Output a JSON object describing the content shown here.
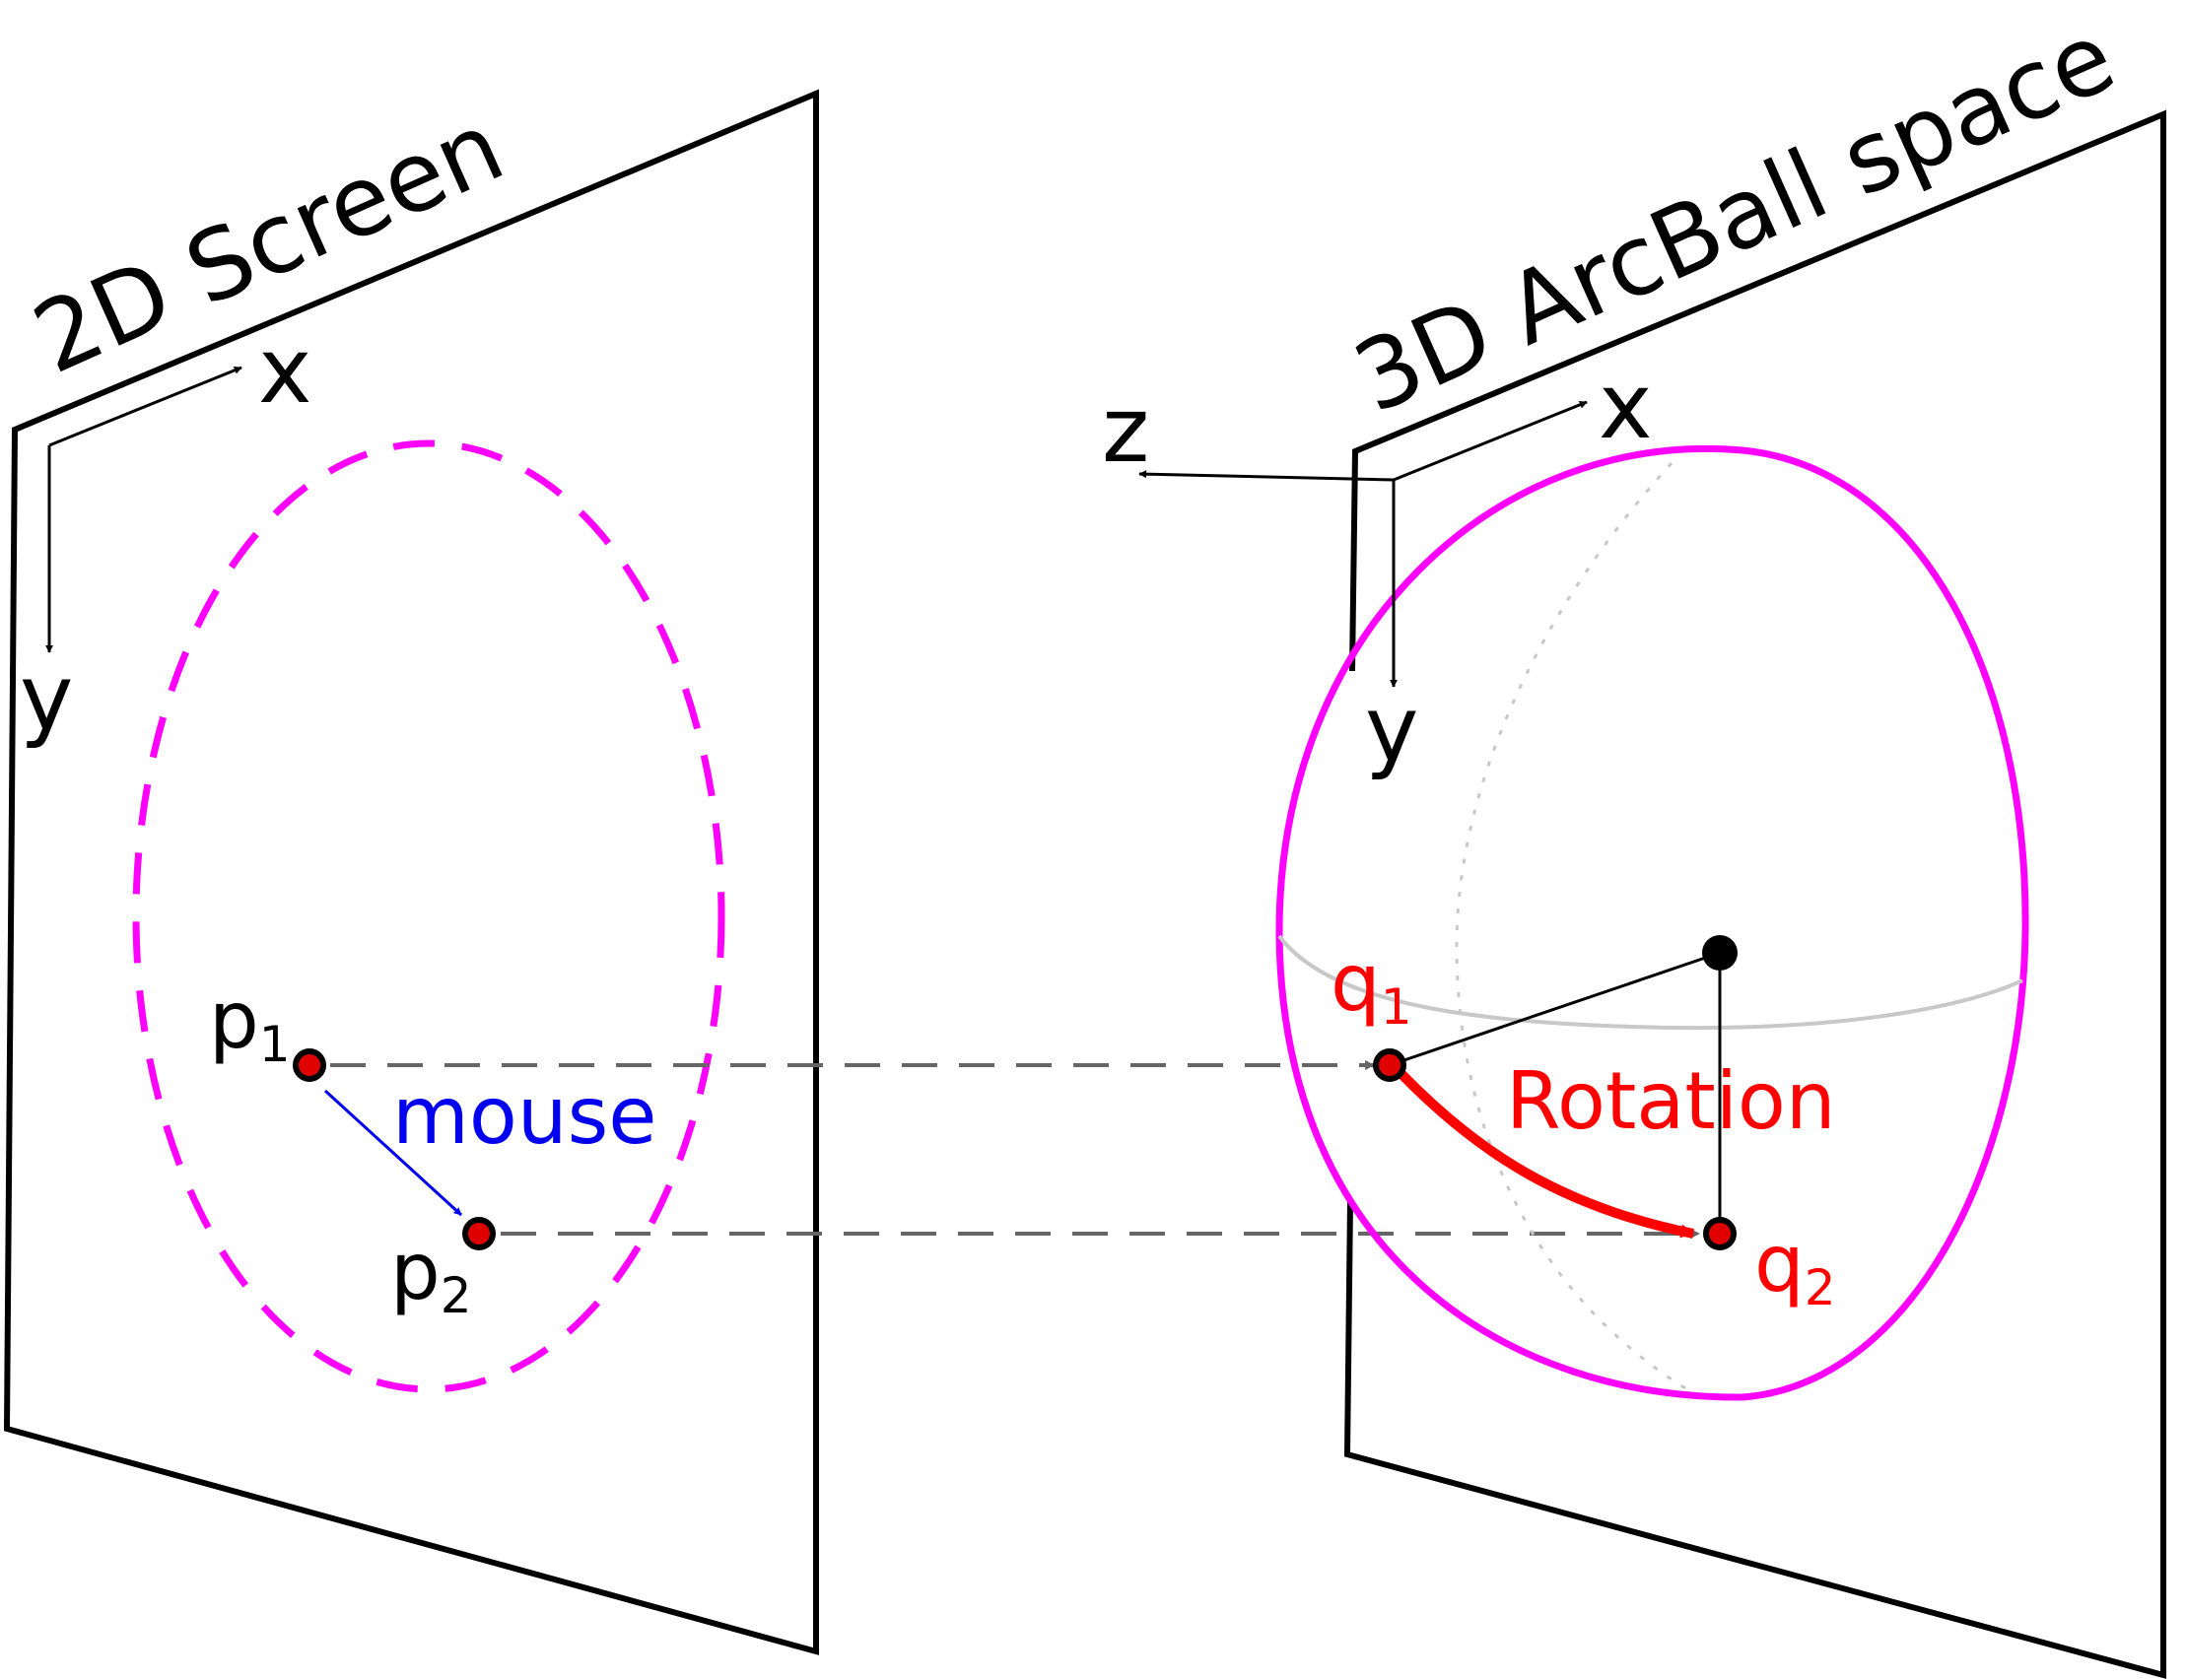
{
  "panels": {
    "screen": {
      "title": "2D Screen",
      "axis_x": "x",
      "axis_y": "y",
      "p1": {
        "main": "p",
        "sub": "1"
      },
      "p2": {
        "main": "p",
        "sub": "2"
      },
      "mouse_label": "mouse"
    },
    "arcball": {
      "title": "3D ArcBall space",
      "axis_x": "x",
      "axis_y": "y",
      "axis_z": "z",
      "q1": {
        "main": "q",
        "sub": "1"
      },
      "q2": {
        "main": "q",
        "sub": "2"
      },
      "rotation_label": "Rotation"
    }
  },
  "colors": {
    "ellipse": "#ff00ff",
    "points": "#e00000",
    "mouse": "#0000ee",
    "rotation": "#ff0000",
    "guides": "#666666"
  }
}
